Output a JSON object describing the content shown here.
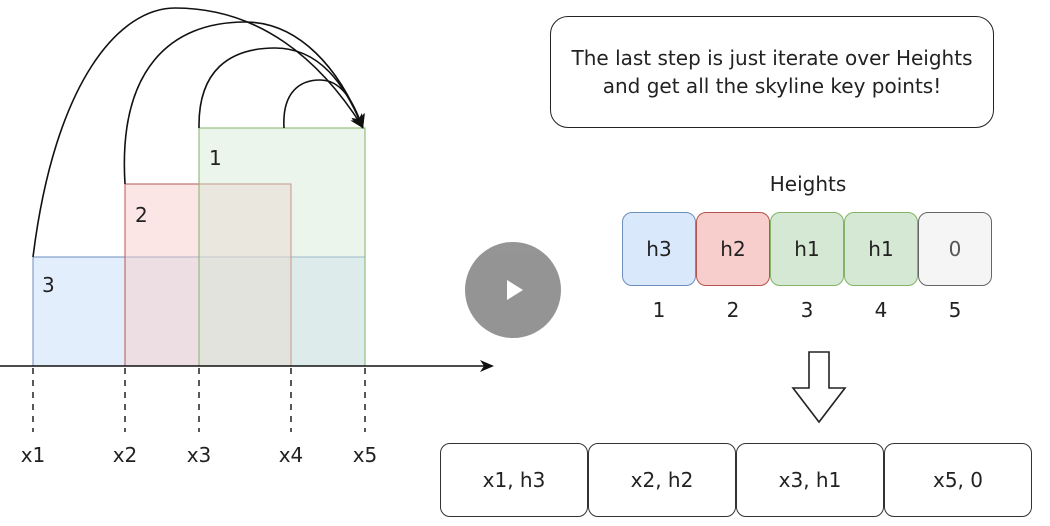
{
  "buildings": [
    {
      "label": "3",
      "color": "#dae8fc",
      "border": "#6c8ebf"
    },
    {
      "label": "2",
      "color": "#f8cecc",
      "border": "#b85450"
    },
    {
      "label": "1",
      "color": "#d5e8d4",
      "border": "#82b366"
    }
  ],
  "x_labels": [
    "x1",
    "x2",
    "x3",
    "x4",
    "x5"
  ],
  "callout": "The last step is just iterate over Heights and get all the skyline key points!",
  "heights": {
    "title": "Heights",
    "cells": [
      {
        "value": "h3",
        "color": "#dae8fc",
        "border": "#6c8ebf"
      },
      {
        "value": "h2",
        "color": "#f8cecc",
        "border": "#b85450"
      },
      {
        "value": "h1",
        "color": "#d5e8d4",
        "border": "#82b366"
      },
      {
        "value": "h1",
        "color": "#d5e8d4",
        "border": "#82b366"
      },
      {
        "value": "0",
        "color": "#f5f5f5",
        "border": "#666666"
      }
    ],
    "indices": [
      "1",
      "2",
      "3",
      "4",
      "5"
    ]
  },
  "result": [
    "x1, h3",
    "x2, h2",
    "x3, h1",
    "x5, 0"
  ],
  "play_button_color": "#8c8c8c"
}
